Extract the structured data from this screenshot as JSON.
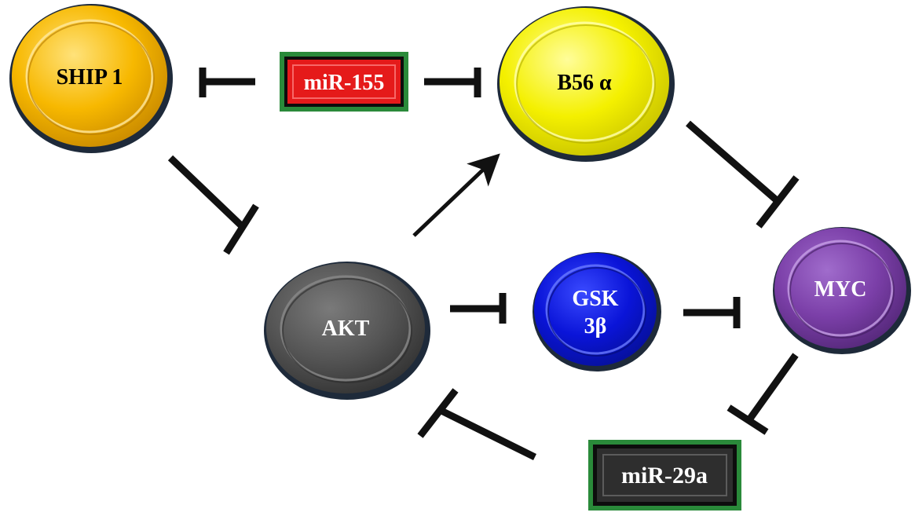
{
  "nodes": {
    "ship1": {
      "label": "SHIP 1",
      "color": "#f7b800",
      "text_color": "#000000"
    },
    "mir155": {
      "label": "miR-155",
      "color": "#e51a1a",
      "border_color": "#2a8a3a",
      "text_color": "#ffffff"
    },
    "b56a": {
      "label": "B56 α",
      "color": "#f4f000",
      "text_color": "#000000"
    },
    "akt": {
      "label": "AKT",
      "color": "#4a4a4a",
      "text_color": "#ffffff"
    },
    "gsk3b": {
      "label_line1": "GSK",
      "label_line2": "3β",
      "color": "#0a14d8",
      "text_color": "#ffffff"
    },
    "myc": {
      "label": "MYC",
      "color": "#7b3fa8",
      "text_color": "#ffffff"
    },
    "mir29a": {
      "label": "miR-29a",
      "color": "#2a2a2a",
      "border_color": "#2a8a3a",
      "text_color": "#ffffff"
    }
  },
  "edges": [
    {
      "from": "miR-155",
      "to": "SHIP 1",
      "type": "inhibition"
    },
    {
      "from": "miR-155",
      "to": "B56 α",
      "type": "inhibition"
    },
    {
      "from": "SHIP 1",
      "to": "AKT",
      "type": "inhibition"
    },
    {
      "from": "AKT",
      "to": "B56 α",
      "type": "activation"
    },
    {
      "from": "B56 α",
      "to": "MYC",
      "type": "inhibition"
    },
    {
      "from": "AKT",
      "to": "GSK 3β",
      "type": "inhibition"
    },
    {
      "from": "GSK 3β",
      "to": "MYC",
      "type": "inhibition"
    },
    {
      "from": "MYC",
      "to": "miR-29a",
      "type": "inhibition"
    },
    {
      "from": "miR-29a",
      "to": "AKT",
      "type": "inhibition"
    }
  ]
}
